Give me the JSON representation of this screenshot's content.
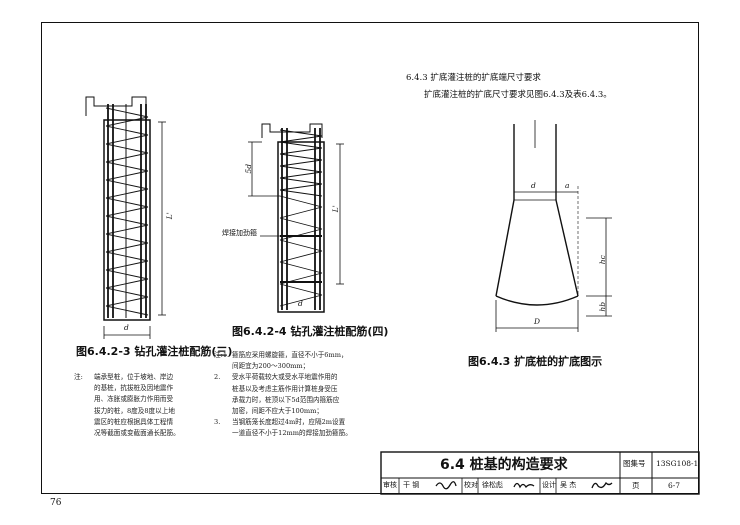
{
  "page_number": "76",
  "fig_left": {
    "caption": "图6.4.2-3 钻孔灌注桩配筋(三)",
    "dim_L": "L'",
    "dim_d": "d",
    "note_label": "注:",
    "note_lines": [
      "端承型桩，位于坡地、岸边",
      "的基桩，抗拔桩及因地震作",
      "用、冻胀或膨胀力作用而受",
      "拔力的桩，8度及8度以上地",
      "震区的桩应根据具体工程情",
      "况等截面或变截面通长配筋。"
    ]
  },
  "fig_mid": {
    "caption": "图6.4.2-4 钻孔灌注桩配筋(四)",
    "dim_5d": "5d",
    "dim_L": "L'",
    "dim_d": "d",
    "weld_label": "焊接加劲箍",
    "notes": [
      {
        "num": "注:1.",
        "lines": [
          "箍筋应采用螺旋箍，直径不小于6mm，",
          "间距宜为200～300mm；"
        ]
      },
      {
        "num": "2.",
        "lines": [
          "受水平荷载较大或受水平地震作用的",
          "桩基以及考虑主筋作用计算桩身受压",
          "承载力时，桩顶以下5d范围内箍筋应",
          "加密，间距不应大于100mm；"
        ]
      },
      {
        "num": "3.",
        "lines": [
          "当钢筋笼长度超过4m时，应隔2m设置",
          "一道直径不小于12mm的焊接加劲箍筋。"
        ]
      }
    ]
  },
  "fig_right": {
    "heading": "6.4.3 扩底灌注桩的扩底端尺寸要求",
    "subtext": "扩底灌注桩的扩底尺寸要求见图6.4.3及表6.4.3。",
    "dim_d": "d",
    "dim_a": "a",
    "dim_hc": "hc",
    "dim_hb": "hb",
    "dim_D": "D",
    "caption": "图6.4.3 扩底桩的扩底图示"
  },
  "title_block": {
    "title": "6.4 桩基的构造要求",
    "atlas_label": "图集号",
    "atlas_no": "13SG108-1",
    "page_label": "页",
    "page_no": "6-7",
    "review_label": "审核",
    "reviewer": "干 钢",
    "check_label": "校对",
    "checker": "徐松彪",
    "design_label": "设计",
    "designer": "吴 杰"
  }
}
